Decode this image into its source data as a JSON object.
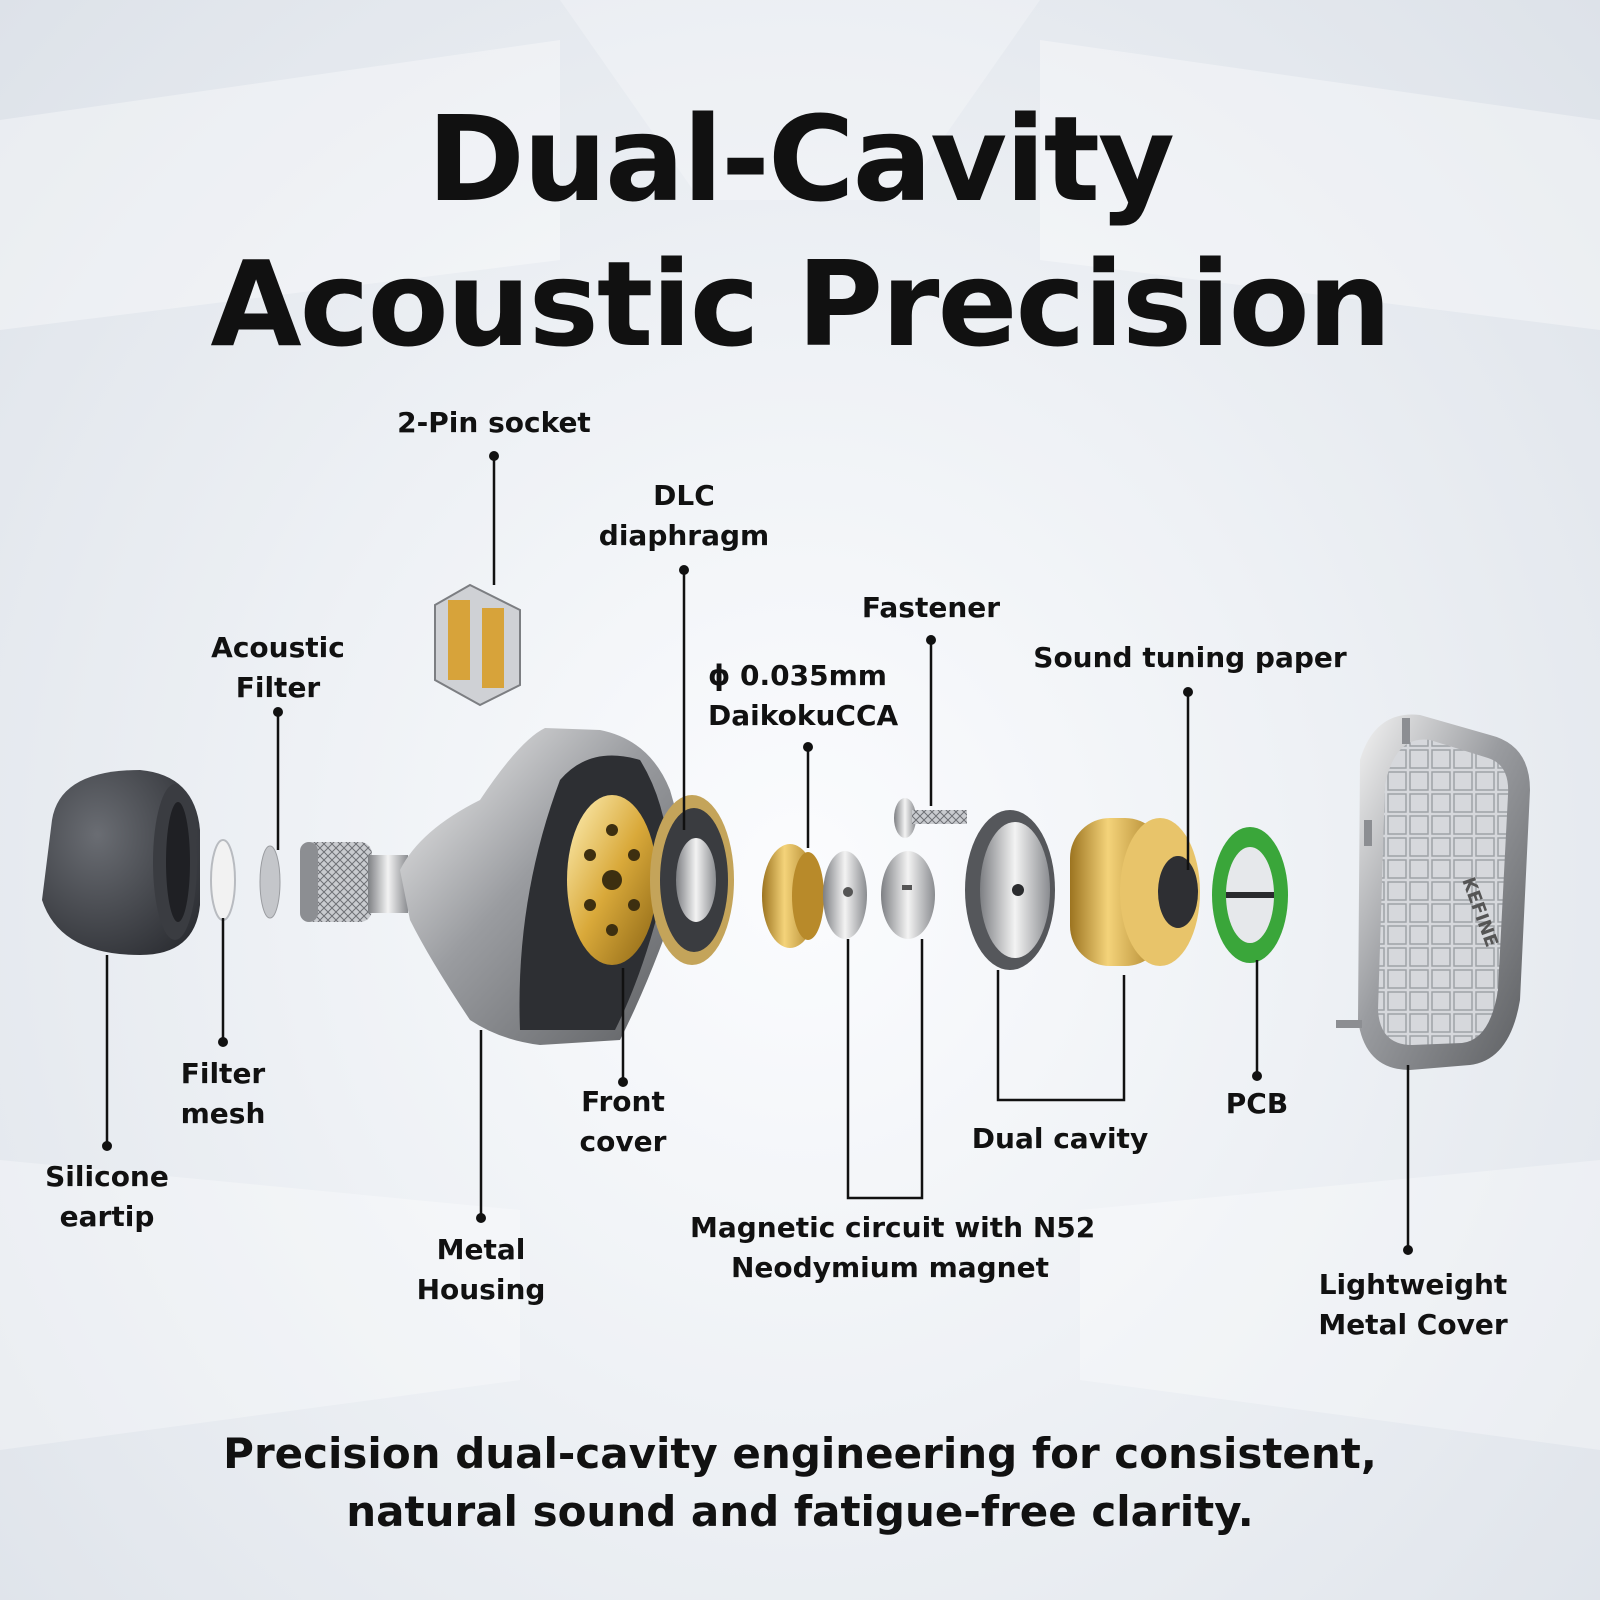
{
  "title": {
    "line1": "Dual-Cavity",
    "line2": "Acoustic Precision"
  },
  "labels": {
    "pin_socket": "2-Pin socket",
    "dlc_line1": "DLC",
    "dlc_line2": "diaphragm",
    "fastener": "Fastener",
    "sound_tuning": "Sound tuning paper",
    "acoustic_line1": "Acoustic",
    "acoustic_line2": "Filter",
    "cca_line1": "ϕ 0.035mm",
    "cca_line2": "DaikokuCCA",
    "filter_mesh_line1": "Filter",
    "filter_mesh_line2": "mesh",
    "front_cover_line1": "Front",
    "front_cover_line2": "cover",
    "pcb": "PCB",
    "dual_cavity": "Dual cavity",
    "eartip_line1": "Silicone",
    "eartip_line2": "eartip",
    "magnetic_line1": "Magnetic circuit with N52",
    "magnetic_line2": "Neodymium magnet",
    "housing_line1": "Metal",
    "housing_line2": "Housing",
    "cover_line1": "Lightweight",
    "cover_line2": "Metal Cover"
  },
  "brand_mark": "KEFINE",
  "footer": {
    "line1": "Precision dual-cavity engineering for consistent,",
    "line2": "natural sound and fatigue-free clarity."
  }
}
